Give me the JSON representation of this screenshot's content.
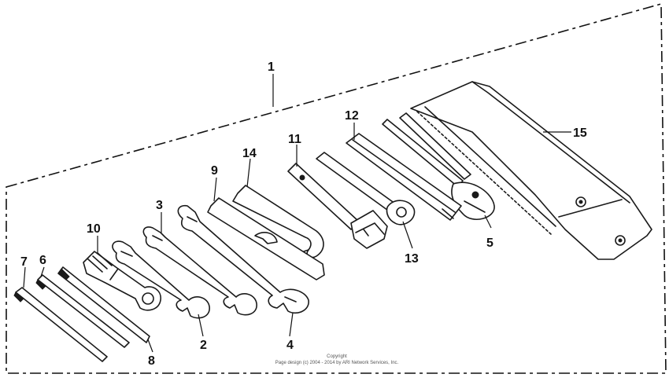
{
  "diagram": {
    "callouts": {
      "c1": "1",
      "c2": "2",
      "c3": "3",
      "c4": "4",
      "c5": "5",
      "c6": "6",
      "c7": "7",
      "c8": "8",
      "c9": "9",
      "c10": "10",
      "c11": "11",
      "c12": "12",
      "c13": "13",
      "c14": "14",
      "c15": "15"
    },
    "copyright_line1": "Copyright",
    "copyright_line2": "Page design (c) 2004 - 2014 by ARI Network Services, Inc."
  }
}
